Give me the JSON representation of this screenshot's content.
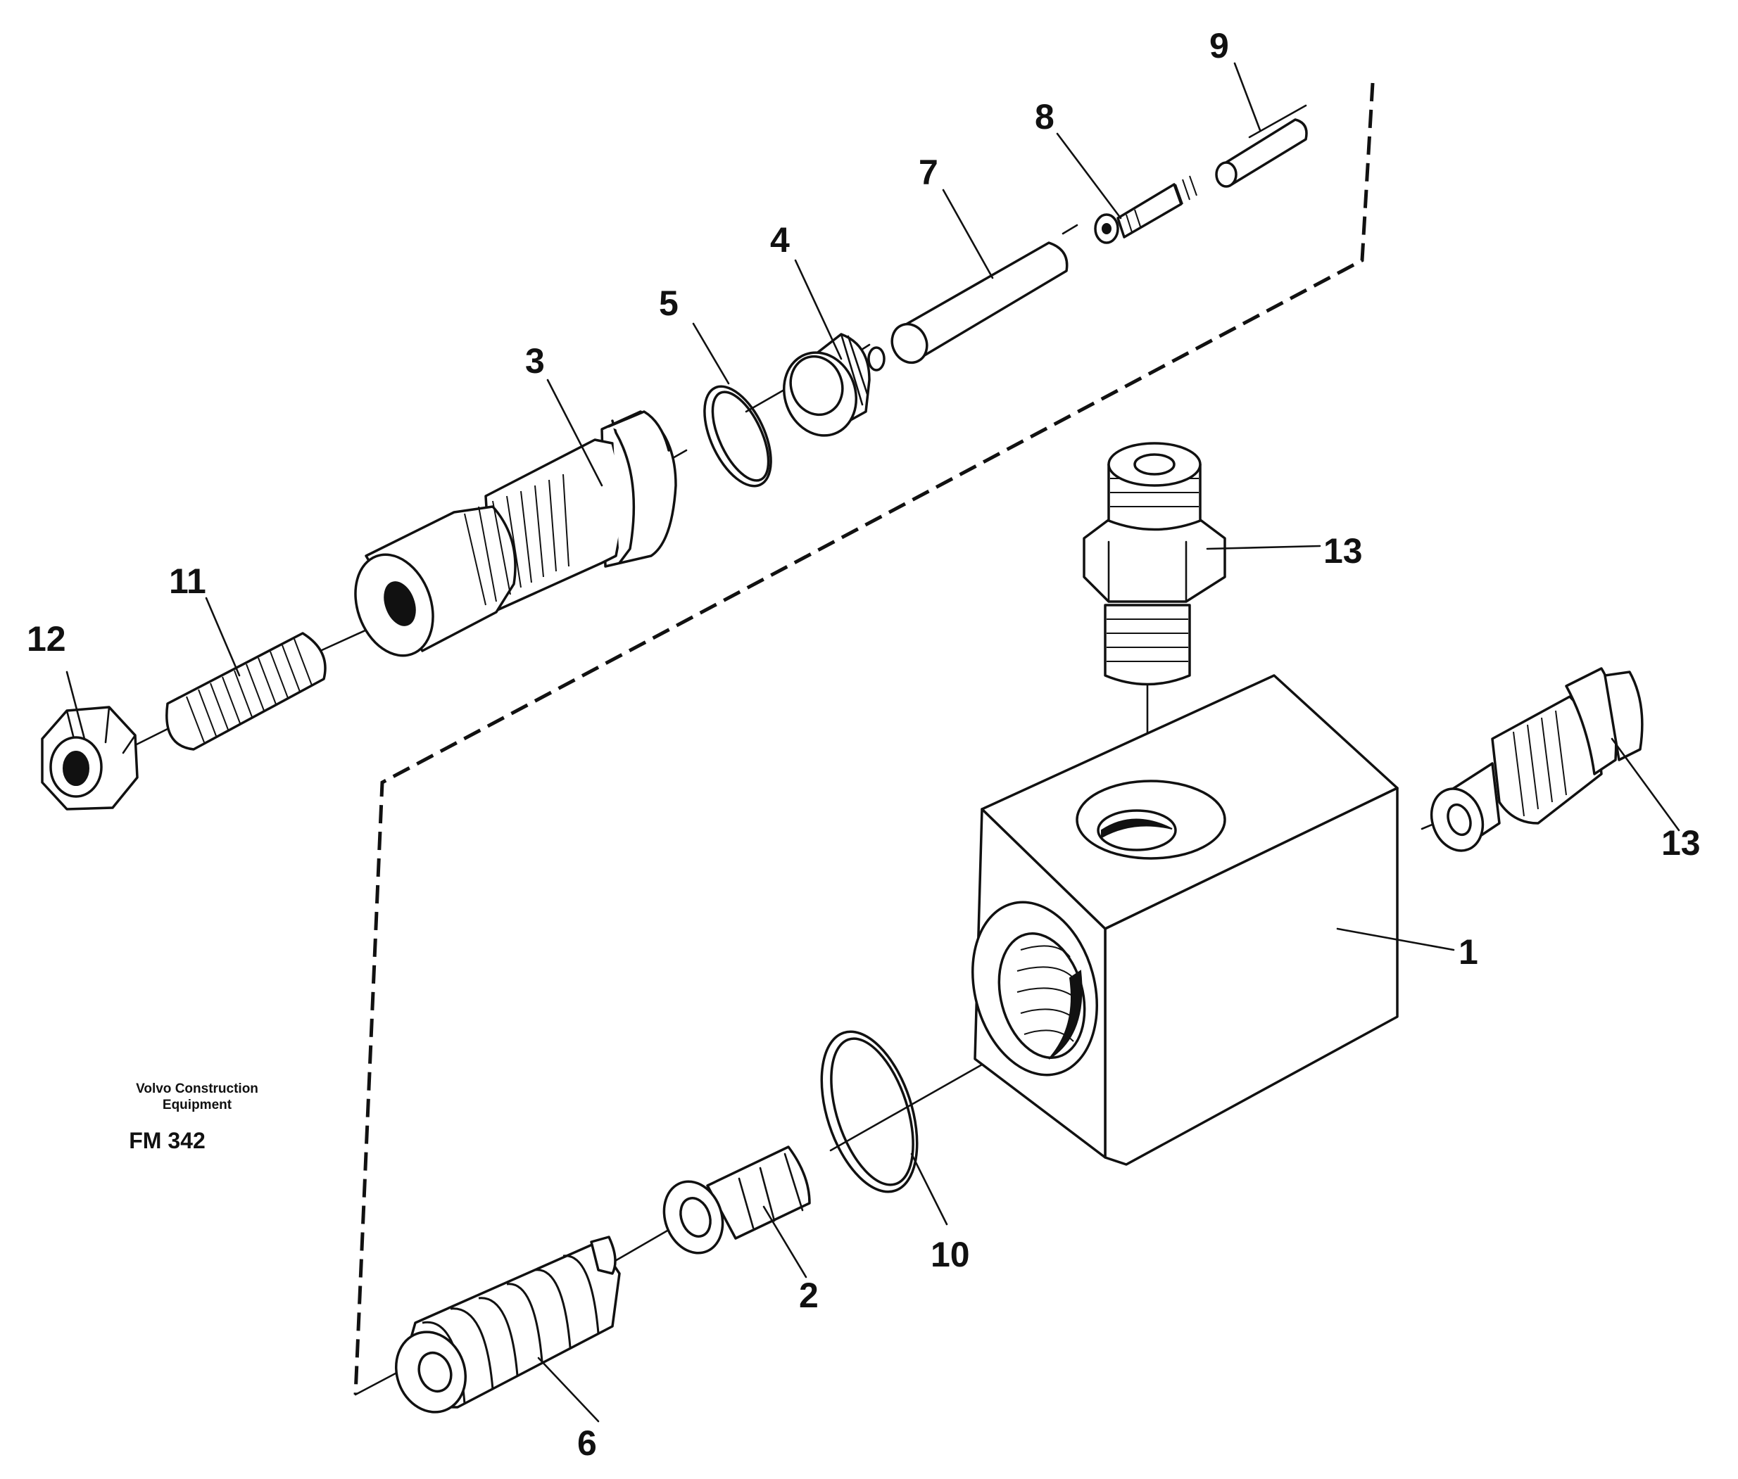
{
  "diagram": {
    "caption_line1": "Volvo Construction",
    "caption_line2": "Equipment",
    "figure_code": "FM 342",
    "callouts": [
      "1",
      "2",
      "3",
      "4",
      "5",
      "6",
      "7",
      "8",
      "9",
      "10",
      "11",
      "12",
      "13",
      "13"
    ]
  }
}
